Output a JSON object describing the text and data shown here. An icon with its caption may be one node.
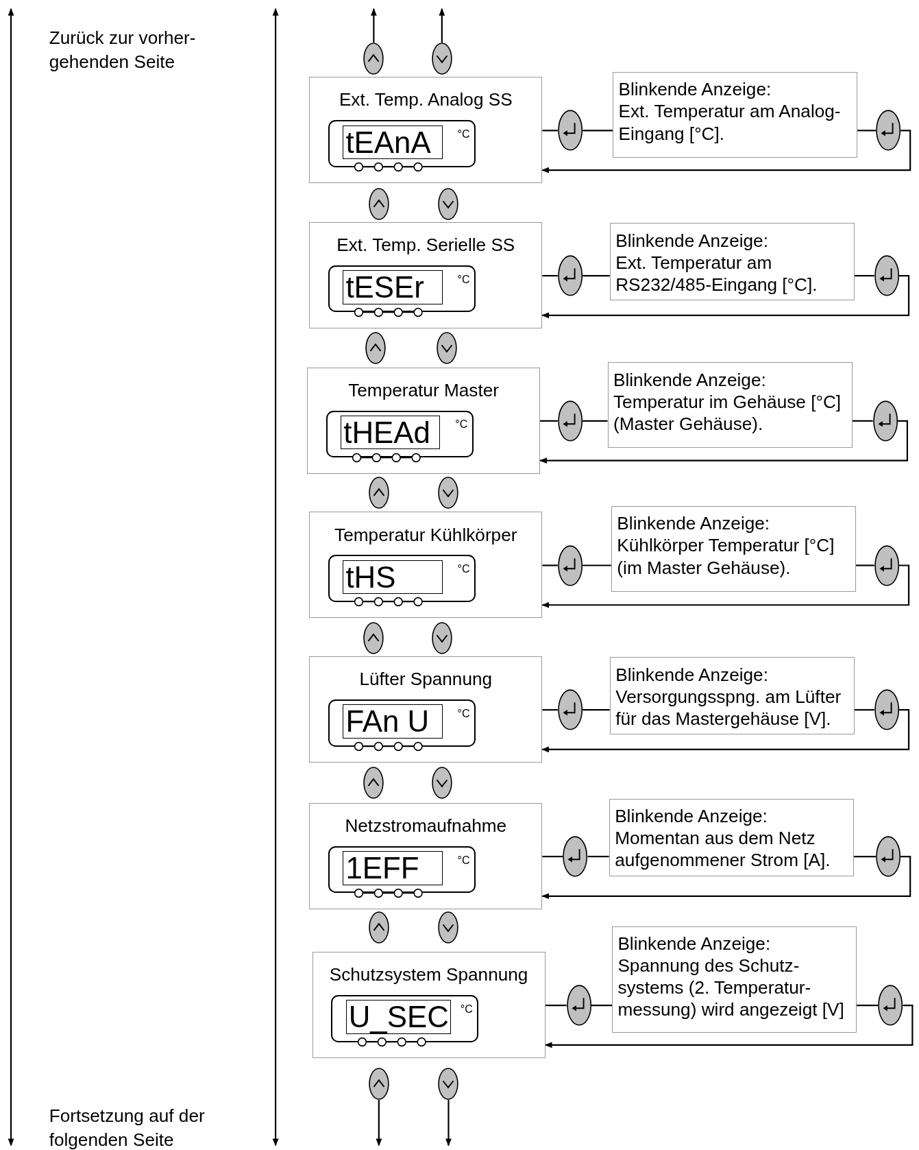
{
  "diagram": {
    "nodes": [
      {
        "text": [],
        "shape": "button"
      },
      {
        "text": [],
        "shape": "button"
      },
      {
        "text": [
          "Ext. Temp. Analog SS",
          "tEAnA",
          "°C"
        ]
      },
      {
        "text": [],
        "shape": "button"
      },
      {
        "text": [
          "Blinkende Anzeige:",
          "Ext. Temperatur am Analog- Eingang [°C]."
        ]
      },
      {
        "text": [],
        "shape": "button"
      },
      {
        "text": [],
        "shape": "button"
      },
      {
        "text": [],
        "shape": "button"
      },
      {
        "text": [
          "Ext. Temp. Serielle SS",
          "tESEr",
          "°C"
        ]
      },
      {
        "text": [],
        "shape": "button"
      },
      {
        "text": [
          "Blinkende Anzeige:",
          "Ext. Temperatur am RS232/485-Eingang [°C]."
        ]
      },
      {
        "text": [],
        "shape": "button"
      },
      {
        "text": [],
        "shape": "button"
      },
      {
        "text": [],
        "shape": "button"
      },
      {
        "text": [
          "Temperatur Master",
          "tHEAd",
          "°C"
        ]
      },
      {
        "text": [],
        "shape": "button"
      },
      {
        "text": [
          "Blinkende Anzeige:",
          "Temperatur im Gehäuse [°C] (Master Gehäuse)."
        ]
      },
      {
        "text": [],
        "shape": "button"
      },
      {
        "text": [],
        "shape": "button"
      },
      {
        "text": [],
        "shape": "button"
      },
      {
        "text": [
          "Temperatur Kühlkörper",
          "tHS",
          "°C"
        ]
      },
      {
        "text": [],
        "shape": "button"
      },
      {
        "text": [
          "Blinkende Anzeige:",
          "Kühlkörper Temperatur [°C] (im Master Gehäuse)."
        ]
      },
      {
        "text": [],
        "shape": "button"
      },
      {
        "text": [],
        "shape": "button"
      },
      {
        "text": [],
        "shape": "button"
      },
      {
        "text": [
          "Lüfter Spannung",
          "FAn U",
          "°C"
        ]
      },
      {
        "text": [],
        "shape": "button"
      },
      {
        "text": [
          "Blinkende Anzeige:",
          "Versorgungsspng. am Lüfter für das Mastergehäuse [V]."
        ]
      },
      {
        "text": [],
        "shape": "button"
      },
      {
        "text": [],
        "shape": "button"
      },
      {
        "text": [],
        "shape": "button"
      },
      {
        "text": [
          "Netzstromaufnahme",
          "1EFF",
          "°C"
        ]
      },
      {
        "text": [],
        "shape": "button"
      },
      {
        "text": [
          "Blinkende Anzeige:",
          "Momentan aus dem Netz aufgenommener Strom [A]."
        ]
      },
      {
        "text": [],
        "shape": "button"
      },
      {
        "text": [],
        "shape": "button"
      },
      {
        "text": [],
        "shape": "button"
      },
      {
        "text": [
          "Schutzsystem Spannung",
          "U_SEC",
          "°C"
        ]
      },
      {
        "text": [],
        "shape": "button"
      },
      {
        "text": [
          "Blinkende Anzeige:",
          "Spannung des Schutz- systems (2. Temperatur- messung) wird angezeigt [V]"
        ]
      },
      {
        "text": [],
        "shape": "button"
      },
      {
        "text": [],
        "shape": "button"
      },
      {
        "text": [],
        "shape": "button"
      }
    ],
    "edges": [
      {
        "from": 0,
        "to": null,
        "arrow": "to"
      },
      {
        "from": 1,
        "to": null,
        "arrow": "to"
      },
      {
        "from": 2,
        "to": 3,
        "arrow": "none"
      },
      {
        "from": 3,
        "to": 4,
        "arrow": "none"
      },
      {
        "from": 4,
        "to": 5,
        "arrow": "none"
      },
      {
        "from": 5,
        "to": 2,
        "arrow": "to"
      },
      {
        "from": 8,
        "to": 9,
        "arrow": "none"
      },
      {
        "from": 9,
        "to": 10,
        "arrow": "none"
      },
      {
        "from": 10,
        "to": 11,
        "arrow": "none"
      },
      {
        "from": 11,
        "to": 8,
        "arrow": "to"
      },
      {
        "from": 14,
        "to": 15,
        "arrow": "none"
      },
      {
        "from": 15,
        "to": 16,
        "arrow": "none"
      },
      {
        "from": 16,
        "to": 17,
        "arrow": "none"
      },
      {
        "from": 17,
        "to": 14,
        "arrow": "to"
      },
      {
        "from": 20,
        "to": 21,
        "arrow": "none"
      },
      {
        "from": 21,
        "to": 22,
        "arrow": "none"
      },
      {
        "from": 22,
        "to": 23,
        "arrow": "none"
      },
      {
        "from": 23,
        "to": 20,
        "arrow": "to"
      },
      {
        "from": 26,
        "to": 27,
        "arrow": "none"
      },
      {
        "from": 27,
        "to": 28,
        "arrow": "none"
      },
      {
        "from": 28,
        "to": 29,
        "arrow": "none"
      },
      {
        "from": 29,
        "to": 26,
        "arrow": "to"
      },
      {
        "from": 32,
        "to": 33,
        "arrow": "none"
      },
      {
        "from": 33,
        "to": 34,
        "arrow": "none"
      },
      {
        "from": 34,
        "to": 35,
        "arrow": "none"
      },
      {
        "from": 35,
        "to": 32,
        "arrow": "to"
      },
      {
        "from": 38,
        "to": 39,
        "arrow": "none"
      },
      {
        "from": 39,
        "to": 40,
        "arrow": "none"
      },
      {
        "from": 40,
        "to": 41,
        "arrow": "none"
      },
      {
        "from": 41,
        "to": 38,
        "arrow": "to"
      },
      {
        "from": 42,
        "to": null,
        "arrow": "to"
      },
      {
        "from": 43,
        "to": null,
        "arrow": "to"
      }
    ],
    "labels": [
      "Zurück zur vorher- gehenden Seite",
      "Fortsetzung auf der folgenden Seite"
    ]
  }
}
